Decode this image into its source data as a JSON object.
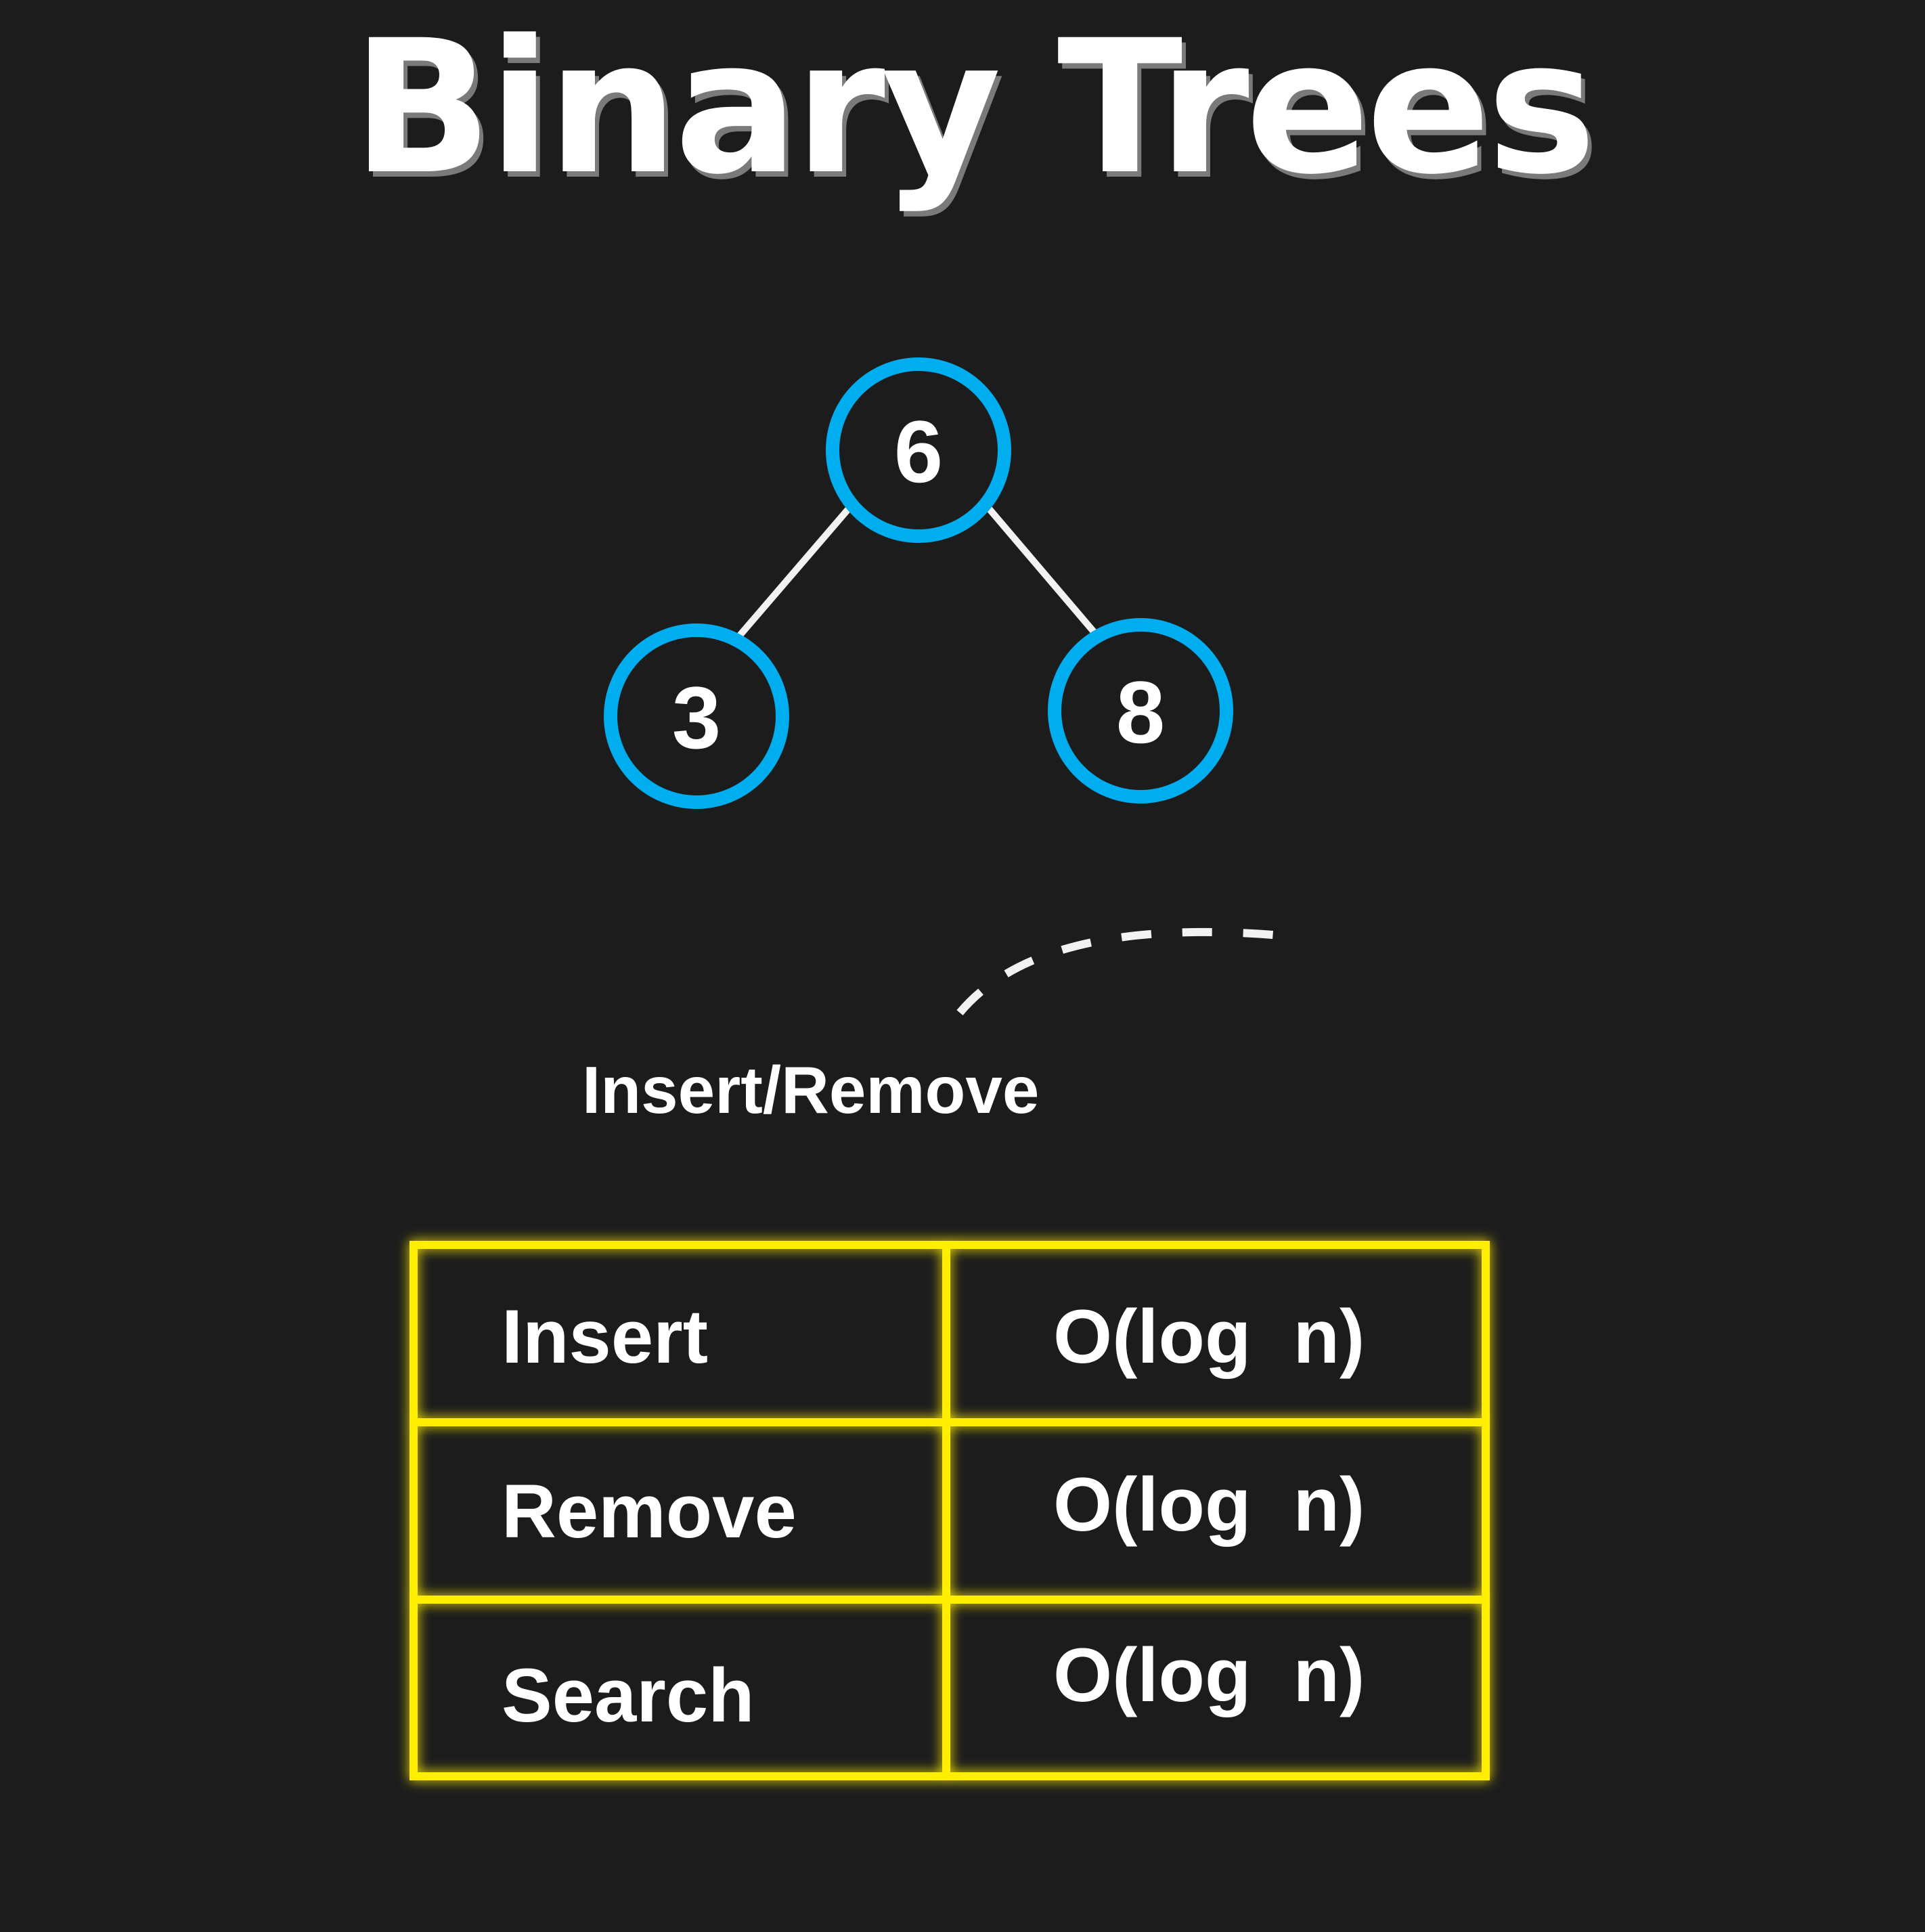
{
  "title": "Binary Trees",
  "tree": {
    "nodes": [
      {
        "id": "root",
        "value": "6"
      },
      {
        "id": "left",
        "value": "3"
      },
      {
        "id": "right",
        "value": "8"
      }
    ],
    "edges": [
      [
        "root",
        "left"
      ],
      [
        "root",
        "right"
      ]
    ]
  },
  "caption": "Insert/Remove",
  "complexity_table": {
    "rows": [
      {
        "operation": "Insert",
        "complexity": "O(log  n)"
      },
      {
        "operation": "Remove",
        "complexity": "O(log  n)"
      },
      {
        "operation": "Search",
        "complexity": "O(log  n)"
      }
    ]
  },
  "colors": {
    "background": "#1c1c1c",
    "node_ring": "#00adef",
    "table_border": "#ffee00",
    "text": "#ffffff"
  }
}
